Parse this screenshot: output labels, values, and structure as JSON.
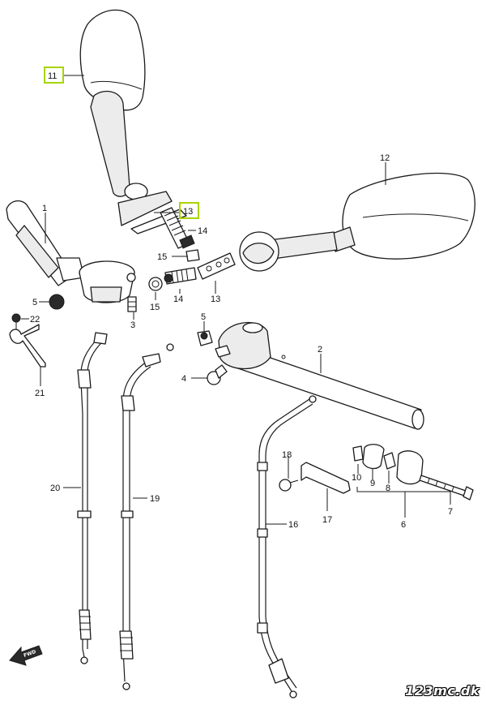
{
  "callouts": {
    "c1": "1",
    "c2": "2",
    "c3": "3",
    "c4": "4",
    "c5a": "5",
    "c5b": "5",
    "c6": "6",
    "c7": "7",
    "c8": "8",
    "c9": "9",
    "c10": "10",
    "c11": "11",
    "c12": "12",
    "c13a": "13",
    "c13b": "13",
    "c14a": "14",
    "c14b": "14",
    "c15a": "15",
    "c15b": "15",
    "c16": "16",
    "c17": "17",
    "c18": "18",
    "c19": "19",
    "c20": "20",
    "c21": "21",
    "c22": "22"
  },
  "highlighted_parts": [
    "11",
    "13"
  ],
  "highlight_color": "#a8d400",
  "direction_label": "FWD",
  "watermark": "123mc.dk"
}
